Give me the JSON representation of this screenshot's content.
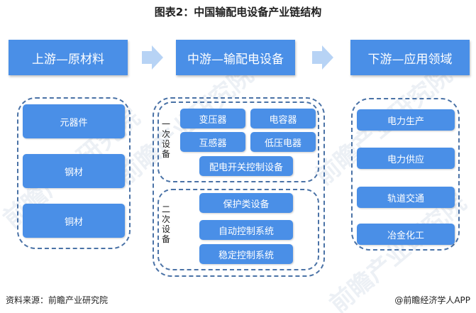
{
  "title": "图表2：中国输配电设备产业链结构",
  "headers": {
    "upstream": "上游—原材料",
    "midstream": "中游—输配电设备",
    "downstream": "下游—应用领域"
  },
  "upstream_items": [
    "元器件",
    "钢材",
    "铜材"
  ],
  "midstream": {
    "primary_label": "一次设备",
    "primary_items": [
      "变压器",
      "电容器",
      "互感器",
      "低压电器",
      "配电开关控制设备"
    ],
    "secondary_label": "二次设备",
    "secondary_items": [
      "保护类设备",
      "自动控制系统",
      "稳定控制系统"
    ]
  },
  "downstream_items": [
    "电力生产",
    "电力供应",
    "轨道交通",
    "冶金化工"
  ],
  "footer": {
    "source": "资料来源：前瞻产业研究院",
    "credit": "@前瞻经济学人APP"
  },
  "watermark": "前瞻产业研究院",
  "colors": {
    "box": "#4a8fe7",
    "arrow": "#b7d3f5",
    "dashed_border": "#4a72a6"
  }
}
